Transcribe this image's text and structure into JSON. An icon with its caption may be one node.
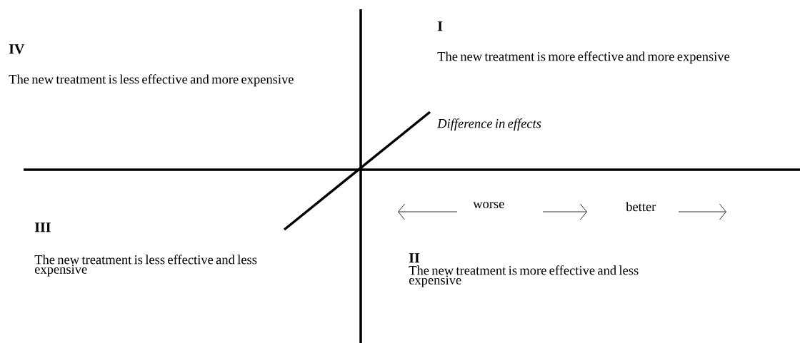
{
  "diagram": {
    "labels": [
      "I",
      "The new treatment is more effective and more expensive",
      "*Difference in effects*",
      "IV",
      "The new treatment is less effective and more expensive",
      "worse",
      "better",
      "III",
      "The new treatment is less effective and less expensive",
      "II",
      "The new treatment is more effective and less expensive"
    ]
  }
}
